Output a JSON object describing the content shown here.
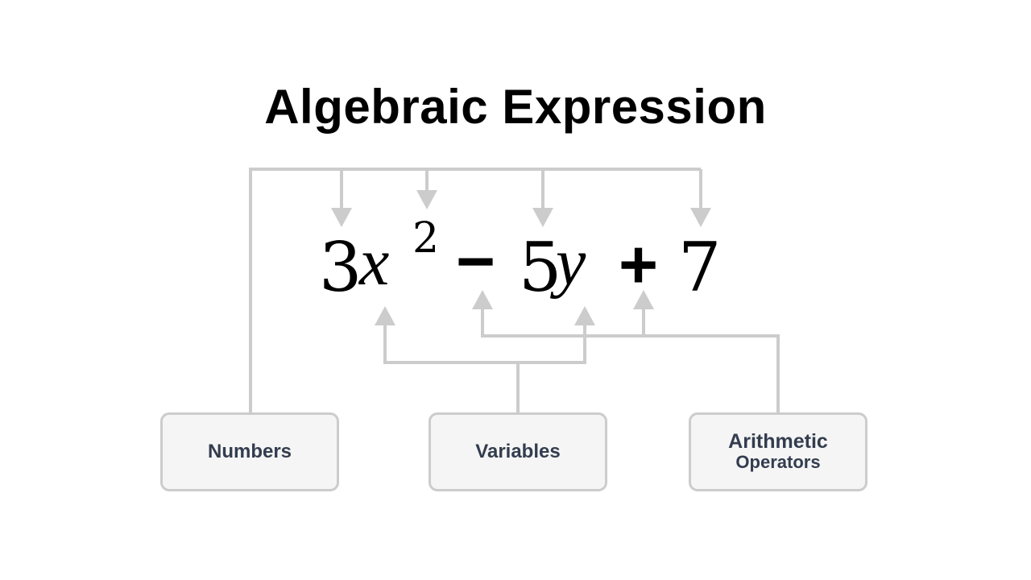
{
  "title": "Algebraic Expression",
  "expression": {
    "full": "3x^2 - 5y + 7",
    "terms": [
      {
        "text": "3",
        "kind": "number"
      },
      {
        "text": "x",
        "kind": "variable"
      },
      {
        "text": "2",
        "kind": "exponent"
      },
      {
        "text": "−",
        "kind": "operator"
      },
      {
        "text": "5",
        "kind": "number"
      },
      {
        "text": "y",
        "kind": "variable"
      },
      {
        "text": "+",
        "kind": "operator"
      },
      {
        "text": "7",
        "kind": "number"
      }
    ]
  },
  "categories": [
    {
      "label": "Numbers",
      "points_to": [
        "3",
        "5",
        "7",
        "2"
      ]
    },
    {
      "label": "Variables",
      "points_to": [
        "x",
        "y"
      ]
    },
    {
      "label_line1": "Arithmetic",
      "label_line2": "Operators",
      "points_to": [
        "−",
        "+"
      ]
    }
  ],
  "colors": {
    "connector": "#cccccc",
    "box_fill": "#f5f5f5",
    "box_border": "#cccccc",
    "box_text": "#333d4f",
    "expression_text": "#000000"
  }
}
